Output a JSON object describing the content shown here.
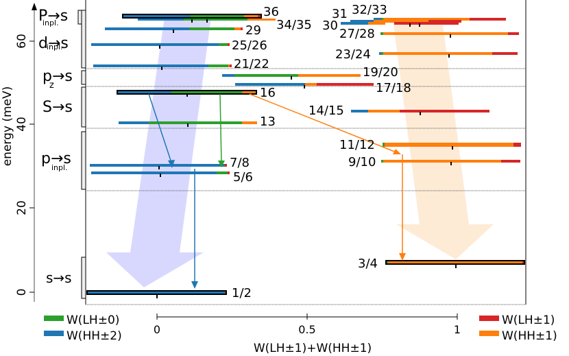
{
  "chart_data": {
    "type": "bar",
    "title": "",
    "ylabel": "energy (meV)",
    "xlabel": "W(LH±1)+W(HH±1)",
    "ylim": [
      -3,
      70
    ],
    "xlim": [
      -0.24,
      1.24
    ],
    "y_ticks": [
      0,
      20,
      40,
      60
    ],
    "x_ticks": [
      0,
      0.5,
      1
    ],
    "x_tick_labels": [
      "0",
      "0.5",
      "1"
    ],
    "grid": false,
    "legend": [
      {
        "label": "W(LH±0)",
        "color": "#2ca02c",
        "position": "bottom-left"
      },
      {
        "label": "W(HH±2)",
        "color": "#1f77b4",
        "position": "bottom-left"
      },
      {
        "label": "W(LH±1)",
        "color": "#d62728",
        "position": "bottom-right"
      },
      {
        "label": "W(HH±1)",
        "color": "#ff7f0e",
        "position": "bottom-right"
      }
    ],
    "groups": [
      {
        "label": "P→s",
        "sub": "inpl.",
        "range_meV": [
          59.5,
          67
        ]
      },
      {
        "label": "d→s",
        "sub": "inpl.",
        "range_meV": [
          53,
          64
        ]
      },
      {
        "label": "p→s",
        "sub": "z",
        "range_meV": [
          48.5,
          53
        ]
      },
      {
        "label": "S→s",
        "sub": "",
        "range_meV": [
          39,
          48.5
        ]
      },
      {
        "label": "p→s",
        "sub": "inpl.",
        "range_meV": [
          24.5,
          38.5
        ]
      },
      {
        "label": "s→s",
        "sub": "",
        "range_meV": [
          -1.5,
          8.5
        ]
      }
    ],
    "series_note": "Each state is a stacked horizontal bar: segments HH±2 (blue), LH±0 (green), HH±1 (orange), LH±1 (red); tick mark = W(LH±1)+W(HH±1).",
    "states": [
      {
        "label": "1/2",
        "energy": 0.0,
        "x_start": -0.24,
        "x_end": 0.24,
        "segments": {
          "HH2": 0.98,
          "LH0": 0.01,
          "HH1": 0.0,
          "LH1": 0.01
        },
        "mark": 0.0,
        "highlighted": true
      },
      {
        "label": "3/4",
        "energy": 7.2,
        "x_start": 0.76,
        "x_end": 1.24,
        "segments": {
          "HH2": 0.0,
          "LH0": 0.01,
          "HH1": 0.97,
          "LH1": 0.02
        },
        "mark": 0.99,
        "highlighted": true
      },
      {
        "label": "5/6",
        "energy": 28.5,
        "x_start": -0.22,
        "x_end": 0.24,
        "segments": {
          "HH2": 0.9,
          "LH0": 0.08,
          "HH1": 0.0,
          "LH1": 0.02
        },
        "mark": 0.01
      },
      {
        "label": "7/8",
        "energy": 30.2,
        "x_start": -0.23,
        "x_end": 0.23,
        "segments": {
          "HH2": 0.97,
          "LH0": 0.01,
          "HH1": 0.0,
          "LH1": 0.02
        },
        "mark": 0.01
      },
      {
        "label": "9/10",
        "energy": 31.5,
        "x_start": 0.75,
        "x_end": 1.24,
        "segments": {
          "HH2": 0.01,
          "LH0": 0.01,
          "HH1": 0.82,
          "LH1": 0.16
        },
        "mark": 0.98
      },
      {
        "label": "11/12",
        "energy": 35.0,
        "x_start": 0.75,
        "x_end": 1.24,
        "segments": {
          "HH2": 0.0,
          "LH0": 0.02,
          "HH1": 0.91,
          "LH1": 0.07
        },
        "mark": 0.99
      },
      {
        "label": "13",
        "energy": 40.5,
        "x_start": -0.13,
        "x_end": 0.33,
        "segments": {
          "HH2": 0.25,
          "LH0": 0.67,
          "HH1": 0.08,
          "LH1": 0.0
        },
        "mark": 0.1
      },
      {
        "label": "14/15",
        "energy": 43.5,
        "x_start": 0.65,
        "x_end": 1.1,
        "segments": {
          "HH2": 0.13,
          "LH0": 0.0,
          "HH1": 0.28,
          "LH1": 0.59
        },
        "mark": 0.87
      },
      {
        "label": "16",
        "energy": 48.0,
        "x_start": -0.14,
        "x_end": 0.33,
        "segments": {
          "HH2": 0.37,
          "LH0": 0.52,
          "HH1": 0.11,
          "LH1": 0.0
        },
        "mark": 0.1
      },
      {
        "label": "17/18",
        "energy": 49.8,
        "x_start": 0.26,
        "x_end": 0.74,
        "segments": {
          "HH2": 0.6,
          "LH0": 0.0,
          "HH1": 0.1,
          "LH1": 0.3
        },
        "mark": 0.49
      },
      {
        "label": "19/20",
        "energy": 52.2,
        "x_start": 0.22,
        "x_end": 0.68,
        "segments": {
          "HH2": 0.12,
          "LH0": 0.45,
          "HH1": 0.43,
          "LH1": 0.0
        },
        "mark": 0.45
      },
      {
        "label": "21/22",
        "energy": 54.8,
        "x_start": -0.21,
        "x_end": 0.24,
        "segments": {
          "HH2": 0.74,
          "LH0": 0.2,
          "HH1": 0.03,
          "LH1": 0.03
        },
        "mark": 0.02
      },
      {
        "label": "23/24",
        "energy": 57.8,
        "x_start": 0.74,
        "x_end": 1.2,
        "segments": {
          "HH2": 0.02,
          "LH0": 0.01,
          "HH1": 0.83,
          "LH1": 0.14
        },
        "mark": 0.98
      },
      {
        "label": "25/26",
        "energy": 59.5,
        "x_start": -0.22,
        "x_end": 0.23,
        "segments": {
          "HH2": 0.88,
          "LH0": 0.08,
          "HH1": 0.02,
          "LH1": 0.02
        },
        "mark": 0.01
      },
      {
        "label": "27/28",
        "energy": 62.3,
        "x_start": 0.74,
        "x_end": 1.21,
        "segments": {
          "HH2": 0.0,
          "LH0": 0.02,
          "HH1": 0.9,
          "LH1": 0.08
        },
        "mark": 0.98
      },
      {
        "label": "29",
        "energy": 63.3,
        "x_start": -0.18,
        "x_end": 0.28,
        "segments": {
          "HH2": 0.55,
          "LH0": 0.33,
          "HH1": 0.08,
          "LH1": 0.04
        },
        "mark": 0.06
      },
      {
        "label": "30",
        "energy": 64.1,
        "x_start": 0.62,
        "x_end": 1.1,
        "segments": {
          "HH2": 0.15,
          "LH0": 0.0,
          "HH1": 0.35,
          "LH1": 0.5
        },
        "mark": 0.85
      },
      {
        "label": "31",
        "energy": 64.6,
        "x_start": 0.62,
        "x_end": 1.02,
        "segments": {
          "HH2": 0.2,
          "LH0": 0.0,
          "HH1": 0.45,
          "LH1": 0.35
        },
        "mark": 0.88
      },
      {
        "label": "32/33",
        "energy": 65.3,
        "x_start": 0.7,
        "x_end": 1.17,
        "segments": {
          "HH2": 0.06,
          "LH0": 0.02,
          "HH1": 0.6,
          "LH1": 0.32
        },
        "mark": 0.92
      },
      {
        "label": "34/35",
        "energy": 65.6,
        "x_start": -0.12,
        "x_end": 0.4,
        "segments": {
          "HH2": 0.25,
          "LH0": 0.54,
          "HH1": 0.21,
          "LH1": 0.0
        },
        "mark": 0.16
      },
      {
        "label": "36",
        "energy": 66.6,
        "x_start": -0.16,
        "x_end": 0.33,
        "segments": {
          "HH2": 0.47,
          "LH0": 0.39,
          "HH1": 0.1,
          "LH1": 0.04
        },
        "mark": 0.1,
        "highlighted": true
      }
    ],
    "annotations": [
      {
        "type": "arrow",
        "from": "16",
        "to": "7/8",
        "color": "#1f77b4"
      },
      {
        "type": "arrow",
        "from": "16",
        "to": "7/8",
        "color": "#2ca02c"
      },
      {
        "type": "arrow",
        "from": "16",
        "to": "11/12",
        "color": "#ff7f0e"
      },
      {
        "type": "arrow",
        "from": "5/6",
        "to": "1/2",
        "color": "#1f77b4"
      },
      {
        "type": "arrow",
        "from": "11/12",
        "to": "3/4",
        "color": "#ff7f0e"
      },
      {
        "type": "big-arrow",
        "description": "HH relaxation cascade to 1/2",
        "color": "#d8d8ff"
      },
      {
        "type": "big-arrow",
        "description": "HH±1 relaxation cascade to 3/4",
        "color": "#ffecd8"
      }
    ]
  },
  "axes": {
    "ylabel": "energy (meV)",
    "xlabel": "W(LH±1)+W(HH±1)",
    "y_ticks": [
      "0",
      "20",
      "40",
      "60"
    ],
    "x_ticks": [
      "0",
      "0.5",
      "1"
    ]
  },
  "groups": {
    "g0": {
      "main": "P→s",
      "sub": "inpl."
    },
    "g1": {
      "main": "d→s",
      "sub": "inpl."
    },
    "g2": {
      "main": "p→s",
      "sub": "z"
    },
    "g3": {
      "main": "S→s",
      "sub": ""
    },
    "g4": {
      "main": "p→s",
      "sub": "inpl."
    },
    "g5": {
      "main": "s→s",
      "sub": ""
    }
  },
  "labels": {
    "s36": "36",
    "s3435": "34/35",
    "s29": "29",
    "s2526": "25/26",
    "s2122": "21/22",
    "s31": "31",
    "s3233": "32/33",
    "s30": "30",
    "s2728": "27/28",
    "s2324": "23/24",
    "s1920": "19/20",
    "s1718": "17/18",
    "s16": "16",
    "s1415": "14/15",
    "s13": "13",
    "s1112": "11/12",
    "s910": "9/10",
    "s78": "7/8",
    "s56": "5/6",
    "s34": "3/4",
    "s12": "1/2"
  },
  "legend": {
    "lh0": "W(LH±0)",
    "hh2": "W(HH±2)",
    "lh1": "W(LH±1)",
    "hh1": "W(HH±1)"
  },
  "colors": {
    "hh2": "#1f77b4",
    "lh0": "#2ca02c",
    "hh1": "#ff7f0e",
    "lh1": "#d62728"
  }
}
